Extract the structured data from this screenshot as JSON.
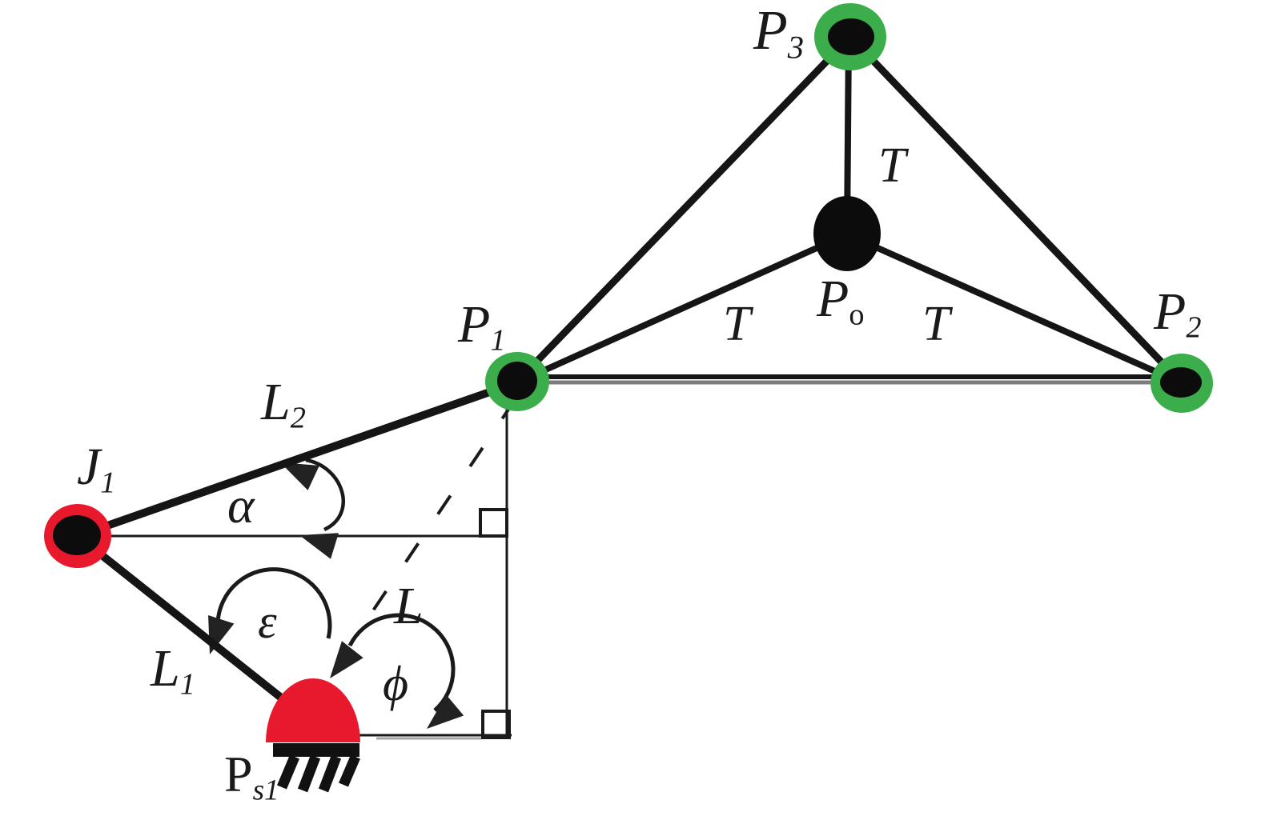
{
  "diagram": {
    "description": "Kinematic diagram of a linkage: triangular platform P1-P2-P3 with centroid Po connected by struts T, driven by links L2 (J1 to P1) and L1 (J1 to grounded actuator Ps1), virtual line L from P1 to Ps1, angles alpha, epsilon, phi with reference lines and right-angle marks",
    "nodes": [
      {
        "id": "P3",
        "style": "green-ring-joint"
      },
      {
        "id": "P1",
        "style": "green-ring-joint"
      },
      {
        "id": "P2",
        "style": "green-ring-joint"
      },
      {
        "id": "Po",
        "style": "black-filled-point"
      },
      {
        "id": "J1",
        "style": "red-ring-joint"
      },
      {
        "id": "Ps1",
        "style": "red-grounded-actuator"
      }
    ],
    "links": [
      {
        "from": "P3",
        "to": "P1",
        "label": ""
      },
      {
        "from": "P3",
        "to": "P2",
        "label": ""
      },
      {
        "from": "P3",
        "to": "Po",
        "label": "T"
      },
      {
        "from": "Po",
        "to": "P1",
        "label": "T"
      },
      {
        "from": "Po",
        "to": "P2",
        "label": "T"
      },
      {
        "from": "P1",
        "to": "P2",
        "label": ""
      },
      {
        "from": "J1",
        "to": "P1",
        "label": "L2"
      },
      {
        "from": "J1",
        "to": "Ps1",
        "label": "L1"
      },
      {
        "from": "P1",
        "to": "Ps1",
        "label": "L",
        "style": "dashed"
      }
    ],
    "angles": [
      {
        "symbol": "α",
        "at": "between link L2 and horizontal reference through J1"
      },
      {
        "symbol": "ε",
        "at": "between link L1 and vertical direction at Ps1"
      },
      {
        "symbol": "ϕ",
        "at": "between line L and horizontal reference at Ps1"
      }
    ],
    "right_angle_marks": 2,
    "colors": {
      "joint_green": "#3bad4b",
      "joint_red": "#e8192d",
      "line_black": "#1a1a1a",
      "shadow_gray": "#7d7d7d",
      "background": "#ffffff"
    }
  },
  "labels": {
    "p3": {
      "main": "P",
      "sub": "3"
    },
    "p1": {
      "main": "P",
      "sub": "1"
    },
    "p2": {
      "main": "P",
      "sub": "2"
    },
    "po": {
      "main": "P",
      "sub": "o"
    },
    "j1": {
      "main": "J",
      "sub": "1"
    },
    "ps1": {
      "main": "P",
      "sub": "s1"
    },
    "t_top": {
      "main": "T"
    },
    "t_left": {
      "main": "T"
    },
    "t_right": {
      "main": "T"
    },
    "l2": {
      "main": "L",
      "sub": "2"
    },
    "l1": {
      "main": "L",
      "sub": "1"
    },
    "l_line": {
      "main": "L"
    },
    "alpha": {
      "main": "α"
    },
    "epsilon": {
      "main": "ε"
    },
    "phi": {
      "main": "ϕ"
    }
  }
}
